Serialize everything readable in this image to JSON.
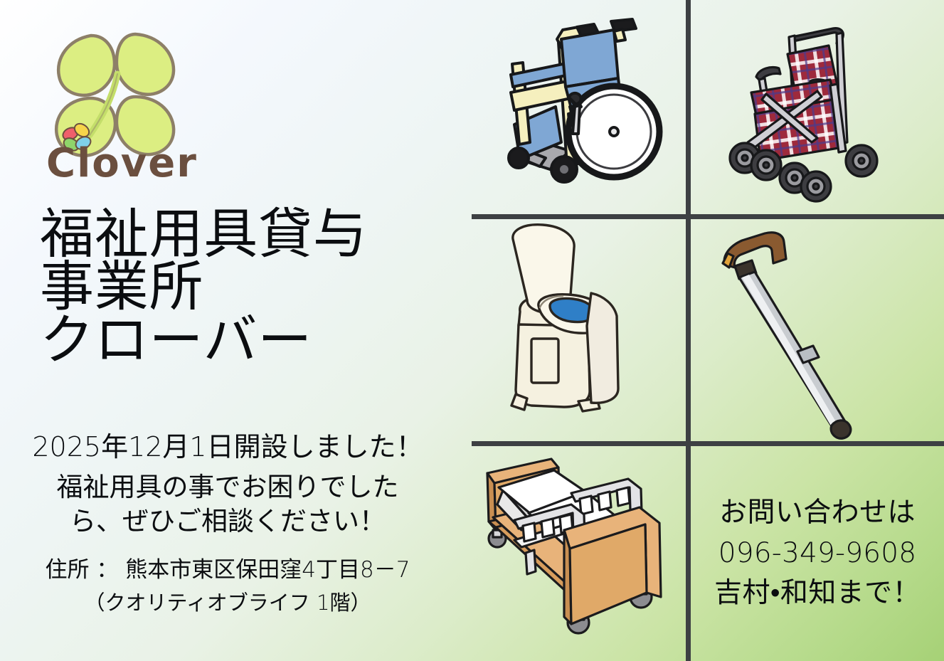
{
  "logo": {
    "name": "clover-logo",
    "wordmark": "Clover",
    "leaf_color": "#dcee82",
    "leaf_outline": "#8d7f68",
    "wordmark_color": "#6b4f3f",
    "flower_petals": [
      "#ef5f6b",
      "#f6d44a",
      "#7fd0e8",
      "#8fd46a"
    ]
  },
  "headline": {
    "lines": [
      "福祉用具貸与",
      "事業所",
      "クローバー"
    ]
  },
  "announcement": {
    "open_notice": "2025年12月1日開設しました！",
    "appeal_lines": [
      "福祉用具の事でお困りでした",
      "ら、ぜひご相談ください！"
    ]
  },
  "address": {
    "line1": "住所 ： 熊本市東区保田窪4丁目8－7",
    "line2": "（クオリティオブライフ 1階）"
  },
  "contact": {
    "label": "お問い合わせは",
    "phone": "096-349-9608",
    "staff": "吉村•和知まで！"
  },
  "gallery": {
    "items": [
      {
        "id": "wheelchair",
        "name": "wheelchair-illustration"
      },
      {
        "id": "walker",
        "name": "silver-car-walker-illustration"
      },
      {
        "id": "commode",
        "name": "portable-toilet-illustration"
      },
      {
        "id": "cane",
        "name": "walking-cane-illustration"
      },
      {
        "id": "bed",
        "name": "care-bed-illustration"
      }
    ]
  },
  "colors": {
    "divider": "#3d4043",
    "background_start": "#ffffff",
    "background_end": "#a6d176",
    "text": "#0b0d10"
  }
}
